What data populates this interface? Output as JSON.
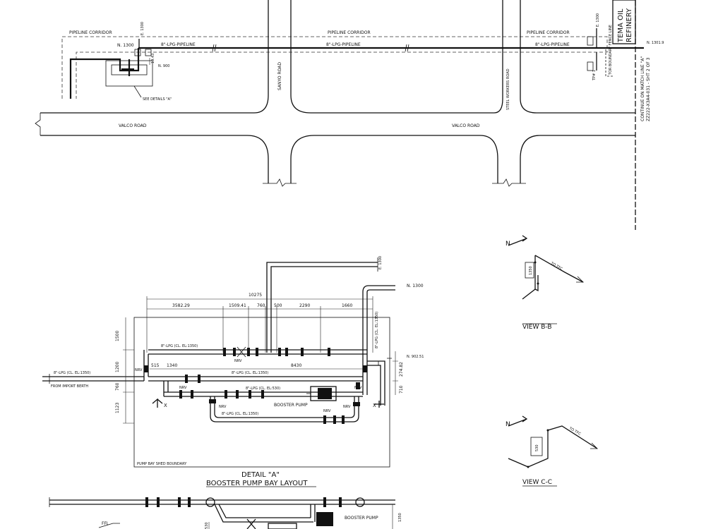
{
  "site_plan": {
    "corridor_left": "PIPELINE CORRIDOR",
    "corridor_mid": "PIPELINE CORRIDOR",
    "corridor_right": "PIPELINE CORRIDOR",
    "pipeline_left": "8\"-LPG-PIPELINE",
    "pipeline_mid": "8\"-LPG-PIPELINE",
    "pipeline_right": "8\"-LPG-PIPELINE",
    "n_1300": "N. 1300",
    "e_1300_left": "E. 1300",
    "n_900": "N. 900",
    "dim_19": "19.43",
    "see_details": "SEE DETAILS \"A\"",
    "sanyo_road": "SANYO ROAD",
    "steel_road": "STEEL WORKERS ROAD",
    "valco_left": "VALCO ROAD",
    "valco_right": "VALCO ROAD",
    "e_1300_right": "E. 1300",
    "tema_line1": "TEMA OIL",
    "tema_line2": "REFINERY",
    "fence_label": "TOR BOUNDARY FENCE LINE",
    "tp_label": "TP# 1",
    "n_1301": "N. 1301.9",
    "match_line1": "CONTINUE ON MATCH LINE \"A\"",
    "match_line2": "ZZ222-X3A4-031 - SHT 2 OF 3"
  },
  "detail_a": {
    "e_1300": "E. 1300",
    "n_1300": "N. 1300",
    "dim_total": "10275",
    "dim_1": "3582.29",
    "dim_2": "1509.41",
    "dim_3": "760",
    "dim_4": "500",
    "dim_5": "2290",
    "dim_6": "1660",
    "pipe_top": "8\"-LPG (CL. EL:1350)",
    "pipe_mid": "8\"-LPG (CL. EL:1350)",
    "pipe_vertical": "8\"-LPG (CL. EL:1350)",
    "pipe_low": "8\"-LPG (CL. EL:530)",
    "pipe_bottom": "8\"-LPG (CL. EL:1350)",
    "inlet_label": "8\"-LPG (CL. EL:1350)",
    "from_import": "FROM IMPORT BERTH",
    "dim_515": "515",
    "dim_1340": "1340",
    "dim_8430": "8430",
    "dim_1500": "1500",
    "dim_1200": "1200",
    "dim_760": "760",
    "dim_1123": "1123",
    "n_902": "N. 902.51",
    "dim_274": "274.82",
    "dim_710": "710",
    "nrv_1": "NRV",
    "nrv_2": "NRV",
    "nrv_3": "NRV",
    "nrv_4": "NRV",
    "nrv_5": "NRV",
    "nrv_6": "NRV",
    "nrv_7": "NRV",
    "booster_pump": "BOOSTER PUMP",
    "section_left": "X",
    "section_right": "X",
    "shed_boundary": "PUMP BAY SHED BOUNDARY",
    "title_1": "DETAIL \"A\"",
    "title_2": "BOOSTER PUMP BAY LAYOUT"
  },
  "view_bb": {
    "north": "N",
    "to_label": "TO TFC",
    "el_label": "1350",
    "title": "VIEW B-B"
  },
  "view_cc": {
    "north": "N",
    "to_label": "TO TFC",
    "el_label": "530",
    "title": "VIEW C-C"
  },
  "elevation": {
    "ffl": "FFL",
    "booster_pump": "BOOSTER PUMP",
    "dim_1350": "1350",
    "dim_530": "530"
  }
}
